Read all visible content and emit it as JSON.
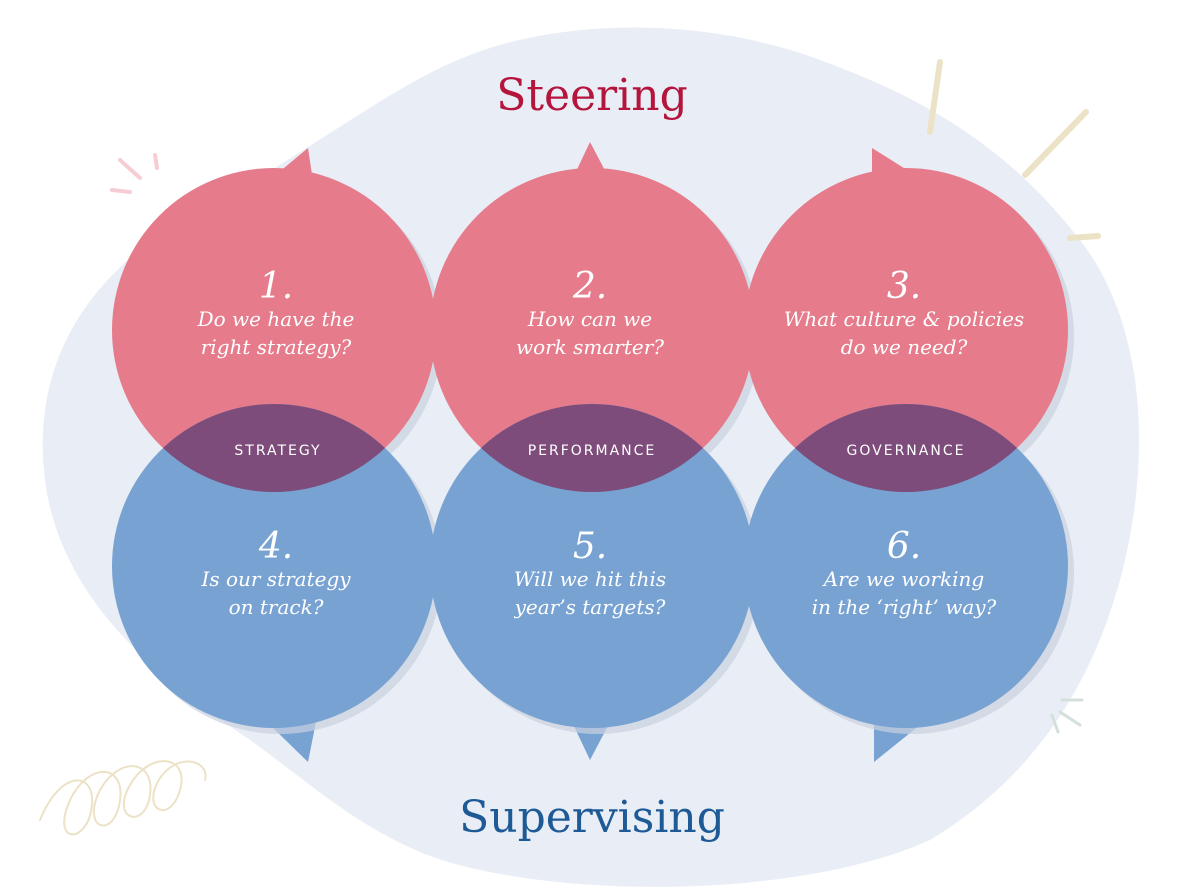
{
  "title_top": "Steering",
  "title_bottom": "Supervising",
  "colors": {
    "steering": "#e57b8b",
    "supervising": "#78a2d2",
    "overlap": "#7d4c7a",
    "steering_text": "#b5143c",
    "supervising_text": "#1d5a96",
    "blob": "#e9eef6"
  },
  "steering_items": [
    {
      "number": "1.",
      "line1": "Do we have the",
      "line2": "right strategy?"
    },
    {
      "number": "2.",
      "line1": "How can we",
      "line2": "work smarter?"
    },
    {
      "number": "3.",
      "line1": "What culture & policies",
      "line2": "do we need?"
    }
  ],
  "supervising_items": [
    {
      "number": "4.",
      "line1": "Is our strategy",
      "line2": "on track?"
    },
    {
      "number": "5.",
      "line1": "Will we hit this",
      "line2": "year’s targets?"
    },
    {
      "number": "6.",
      "line1": "Are we working",
      "line2": "in the ‘right’ way?"
    }
  ],
  "overlap_labels": [
    "STRATEGY",
    "PERFORMANCE",
    "GOVERNANCE"
  ]
}
